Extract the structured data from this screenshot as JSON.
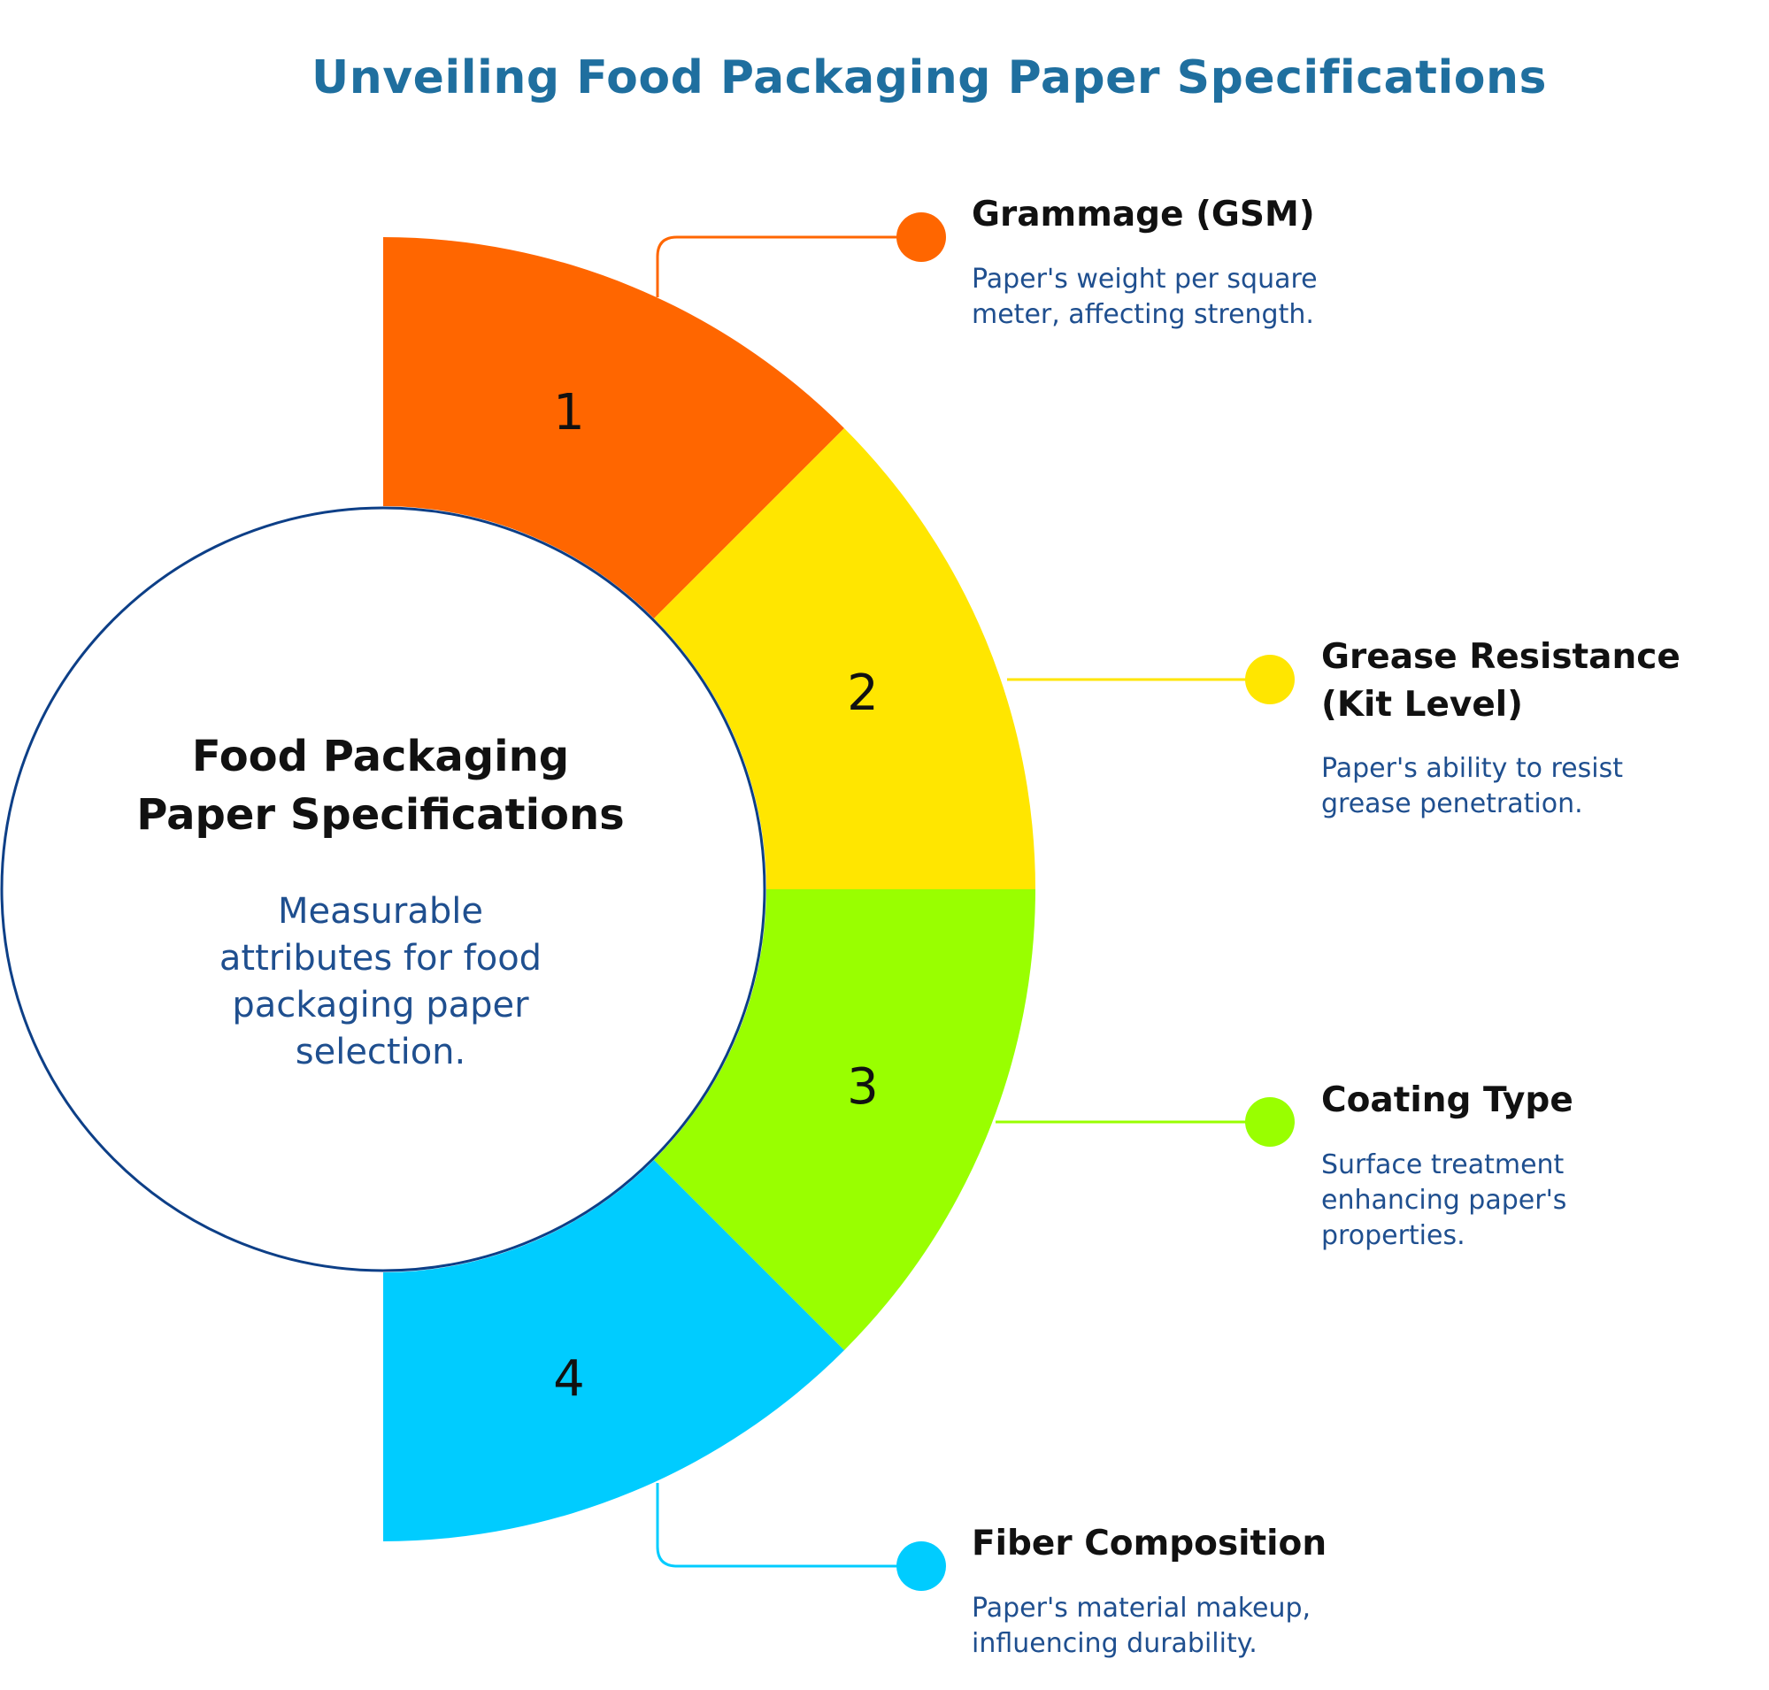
{
  "title": "Unveiling Food Packaging Paper Specifications",
  "center": {
    "title_line1": "Food Packaging",
    "title_line2": "Paper Specifications",
    "desc_line1": "Measurable",
    "desc_line2": "attributes for food",
    "desc_line3": "packaging paper",
    "desc_line4": "selection."
  },
  "items": [
    {
      "number": "1",
      "title_line1": "Grammage (GSM)",
      "title_line2": "",
      "desc_line1": "Paper's weight per square",
      "desc_line2": "meter, affecting strength.",
      "desc_line3": "",
      "color": "#ff6600"
    },
    {
      "number": "2",
      "title_line1": "Grease Resistance",
      "title_line2": "(Kit Level)",
      "desc_line1": "Paper's ability to resist",
      "desc_line2": "grease penetration.",
      "desc_line3": "",
      "color": "#ffe600"
    },
    {
      "number": "3",
      "title_line1": "Coating Type",
      "title_line2": "",
      "desc_line1": "Surface treatment",
      "desc_line2": "enhancing paper's",
      "desc_line3": "properties.",
      "color": "#99ff00"
    },
    {
      "number": "4",
      "title_line1": "Fiber Composition",
      "title_line2": "",
      "desc_line1": "Paper's material makeup,",
      "desc_line2": "influencing durability.",
      "desc_line3": "",
      "color": "#00ccff"
    }
  ],
  "colors": {
    "title": "#1f6f9f",
    "circle_outline": "#0d3f87",
    "description_text": "#1f4f8f"
  }
}
